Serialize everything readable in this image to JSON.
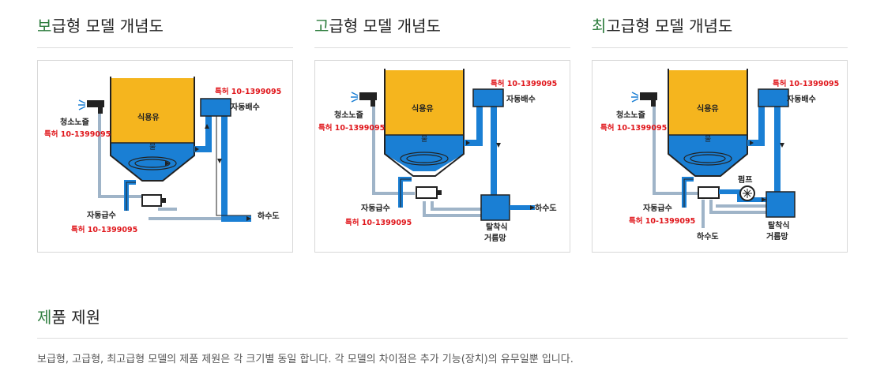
{
  "models": [
    {
      "title_first": "보",
      "title_rest": "급형 모델 개념도",
      "labels": {
        "oil": "식용유",
        "water": "물",
        "nozzle": "청소노즐",
        "patent": "특허 10-1399095",
        "auto_drain": "자동배수",
        "auto_supply": "자동급수",
        "sewer": "하수도"
      }
    },
    {
      "title_first": "고",
      "title_rest": "급형 모델 개념도",
      "labels": {
        "oil": "식용유",
        "water": "물",
        "nozzle": "청소노즐",
        "patent": "특허 10-1399095",
        "auto_drain": "자동배수",
        "auto_supply": "자동급수",
        "sewer": "하수도",
        "filter_1": "탈착식",
        "filter_2": "거름망"
      }
    },
    {
      "title_first": "최",
      "title_rest": "고급형 모델 개념도",
      "labels": {
        "oil": "식용유",
        "water": "물",
        "nozzle": "청소노즐",
        "patent": "특허 10-1399095",
        "auto_drain": "자동배수",
        "auto_supply": "자동급수",
        "sewer": "하수도",
        "pump": "펌프",
        "filter_1": "탈착식",
        "filter_2": "거름망"
      }
    }
  ],
  "spec": {
    "title_first": "제",
    "title_rest": "품 제원",
    "description": "보급형, 고급형, 최고급형 모델의 제품 제원은 각 크기별 동일 합니다. 각 모델의 차이점은 추가 기능(장치)의 유무일뿐 입니다."
  },
  "colors": {
    "oil": "#f5b51e",
    "water": "#1a7fd4",
    "pipe_gray": "#9fb4c8",
    "patent_red": "#e0161b",
    "accent_green": "#2e7d3e"
  }
}
